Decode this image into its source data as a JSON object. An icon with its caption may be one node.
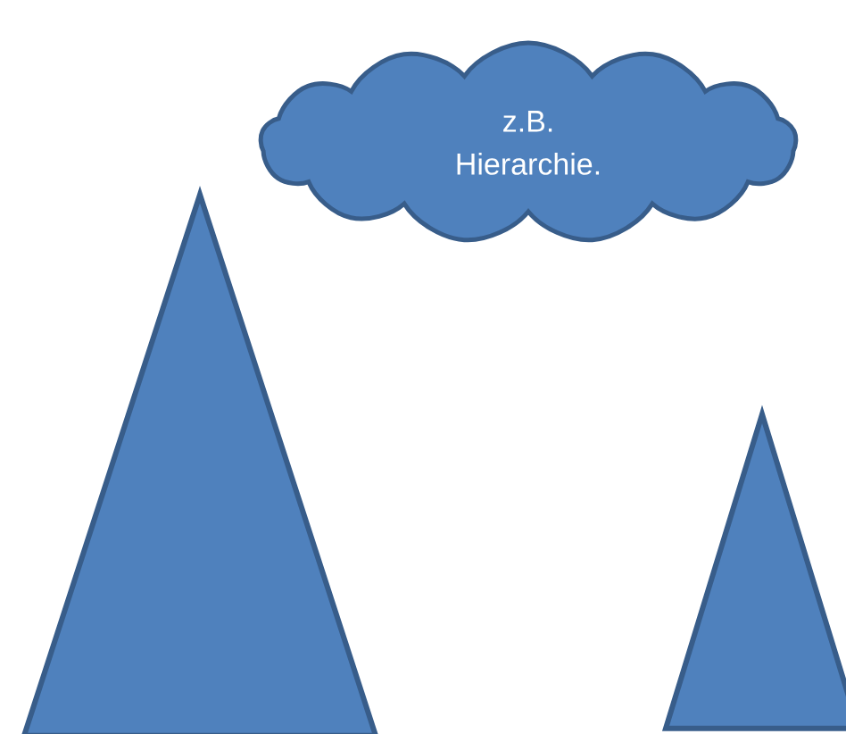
{
  "diagram": {
    "nodes": [
      {
        "text": [
          "z.B. Hierarchie."
        ]
      },
      {
        "text": [],
        "shape": "triangle"
      },
      {
        "text": [],
        "shape": "triangle"
      }
    ]
  }
}
